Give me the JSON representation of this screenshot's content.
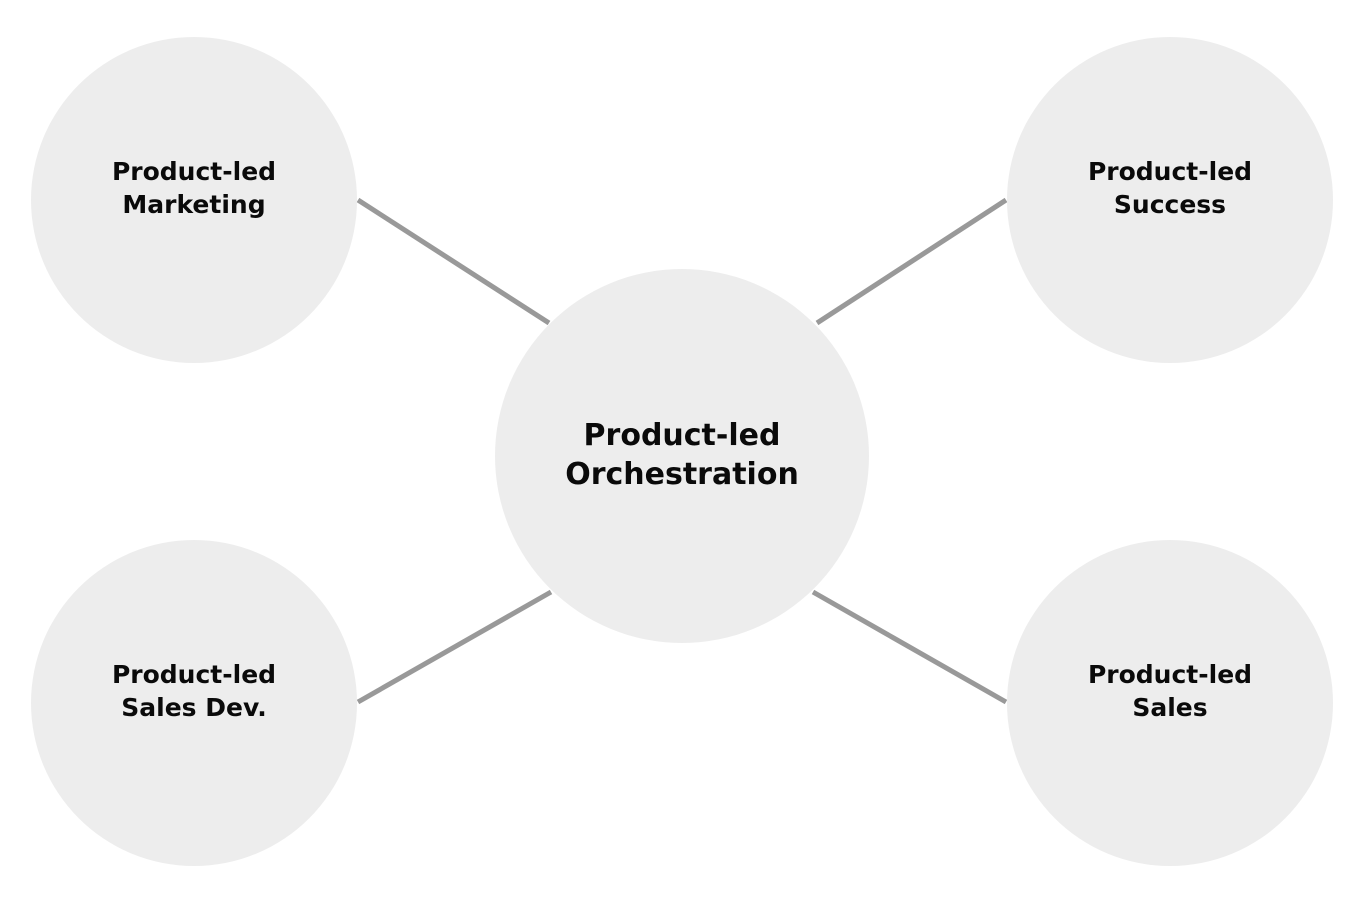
{
  "colors": {
    "background": "#ffffff",
    "node_fill": "#ededed",
    "connector": "#999999",
    "text": "#0a0a0a"
  },
  "center": {
    "line1": "Product-led",
    "line2": "Orchestration"
  },
  "nodes": {
    "marketing": {
      "line1": "Product-led",
      "line2": "Marketing"
    },
    "success": {
      "line1": "Product-led",
      "line2": "Success"
    },
    "sales_dev": {
      "line1": "Product-led",
      "line2": "Sales Dev."
    },
    "sales": {
      "line1": "Product-led",
      "line2": "Sales"
    }
  }
}
